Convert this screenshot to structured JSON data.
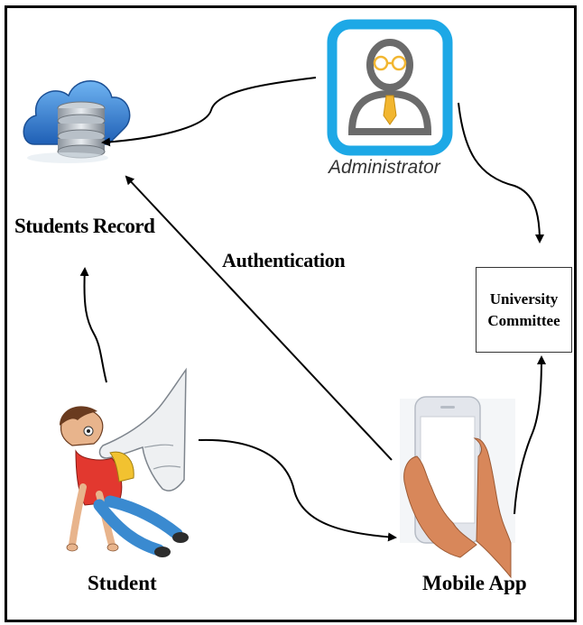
{
  "nodes": {
    "students_record": "Students Record",
    "administrator": "Administrator",
    "university_committee": [
      "University",
      "Committee"
    ],
    "student": "Student",
    "mobile_app": "Mobile App"
  },
  "edges": {
    "authentication": "Authentication"
  },
  "icons": {
    "database": "cloud-database-icon",
    "administrator": "administrator-avatar-icon",
    "student": "student-cartoon-icon",
    "mobile": "hand-holding-phone-icon"
  },
  "colors": {
    "admin_frame": "#1da8e6",
    "admin_figure": "#6b6b6b",
    "tie": "#f2b630",
    "database_blue": "#2f7fd6",
    "skin": "#d8875a",
    "phone_body": "#e3e6ec",
    "arrows": "#000000"
  }
}
